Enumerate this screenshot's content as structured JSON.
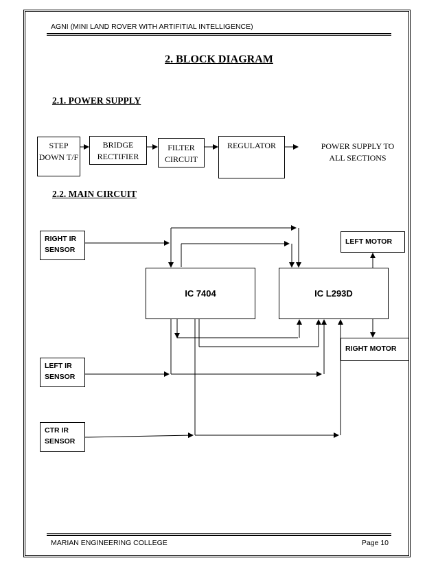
{
  "header": {
    "text": "AGNI (MINI LAND ROVER WITH ARTIFITIAL INTELLIGENCE)"
  },
  "title": "2. BLOCK DIAGRAM",
  "power_supply": {
    "heading": "2.1. POWER SUPPLY",
    "blocks": [
      "STEP DOWN T/F",
      "BRIDGE RECTIFIER",
      "FILTER CIRCUIT",
      "REGULATOR"
    ],
    "output": "POWER SUPPLY TO ALL SECTIONS"
  },
  "main_circuit": {
    "heading": "2.2. MAIN CIRCUIT",
    "right_ir": "RIGHT IR SENSOR",
    "left_ir": "LEFT IR SENSOR",
    "ctr_ir": "CTR IR SENSOR",
    "ic1": "IC 7404",
    "ic2": "IC L293D",
    "left_motor": "LEFT MOTOR",
    "right_motor": "RIGHT MOTOR"
  },
  "footer": {
    "college": "MARIAN ENGINEERING COLLEGE",
    "page": "Page 10"
  }
}
